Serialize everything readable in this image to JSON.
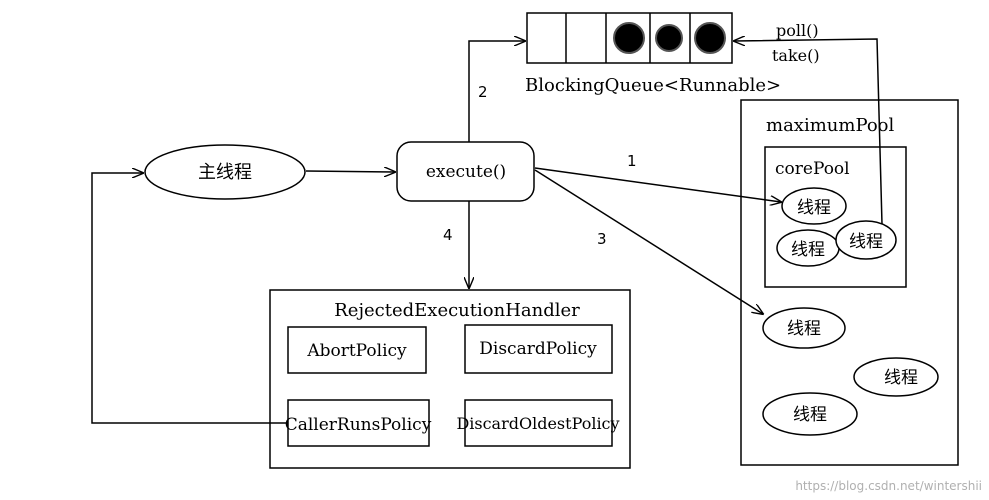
{
  "queue": {
    "label": "BlockingQueue<Runnable>",
    "ops": [
      "poll()",
      "take()"
    ]
  },
  "execute": {
    "label": "execute()"
  },
  "main_thread": {
    "label": "主线程"
  },
  "steps": [
    "1",
    "2",
    "3",
    "4"
  ],
  "rejected_handler": {
    "title": "RejectedExecutionHandler",
    "policies": [
      "AbortPolicy",
      "DiscardPolicy",
      "CallerRunsPolicy",
      "DiscardOldestPolicy"
    ]
  },
  "maximum_pool": {
    "label": "maximumPool"
  },
  "core_pool": {
    "label": "corePool"
  },
  "thread_label": "线程",
  "watermark": "https://blog.csdn.net/wintershii"
}
